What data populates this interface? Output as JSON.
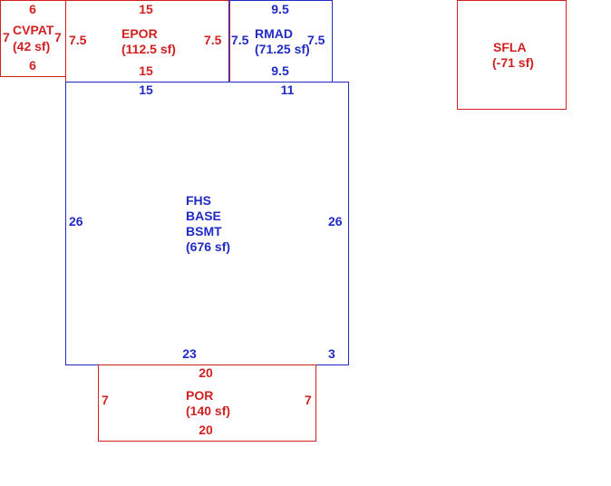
{
  "colors": {
    "red": "#d21f1f",
    "blue": "#1f2bc4",
    "background": "#ffffff"
  },
  "areas": {
    "cvpat": {
      "name": "CVPAT",
      "area": "(42 sf)",
      "top": "6",
      "bottom": "6",
      "left": "7",
      "right": "7"
    },
    "epor": {
      "name": "EPOR",
      "area": "(112.5 sf)",
      "top": "15",
      "bottom": "15",
      "left": "7.5",
      "right": "7.5"
    },
    "rmad": {
      "name": "RMAD",
      "area": "(71.25 sf)",
      "top": "9.5",
      "bottom": "9.5",
      "left": "7.5",
      "right": "7.5"
    },
    "sfla": {
      "name": "SFLA",
      "area": "(-71 sf)"
    },
    "base": {
      "line1": "FHS",
      "line2": "BASE",
      "line3": "BSMT",
      "area": "(676 sf)",
      "top_left": "15",
      "top_right": "11",
      "left": "26",
      "right": "26",
      "bottom_left": "23",
      "bottom_right": "3"
    },
    "por": {
      "name": "POR",
      "area": "(140 sf)",
      "top": "20",
      "bottom": "20",
      "left": "7",
      "right": "7"
    }
  }
}
